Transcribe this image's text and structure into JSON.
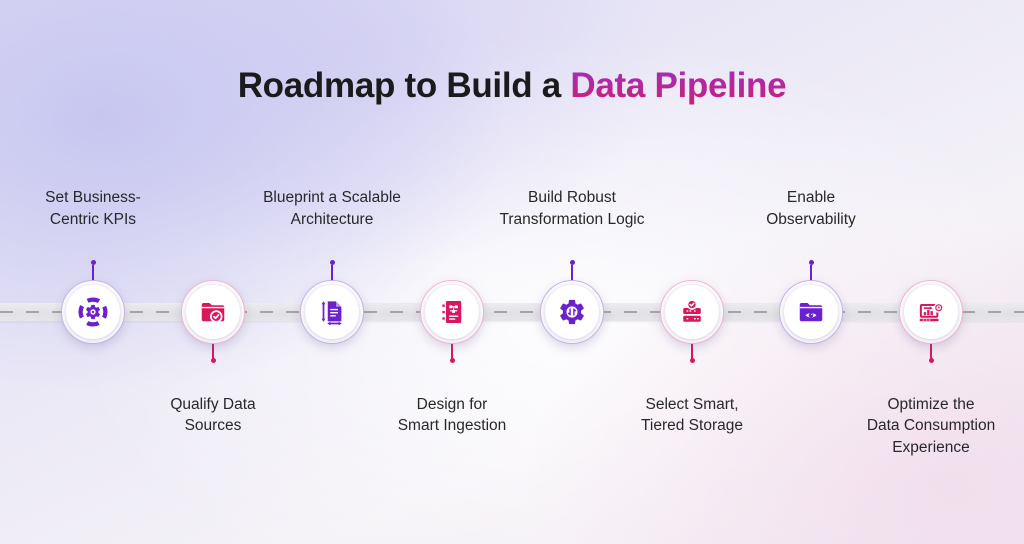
{
  "title": {
    "prefix": "Roadmap to Build a",
    "highlight": "Data Pipeline"
  },
  "colors": {
    "title_text": "#1b1b1d",
    "highlight_gradient_top": "#9c2fc2",
    "highlight_gradient_bottom": "#c9207f",
    "accent_purple": "#6b21ce",
    "accent_pink": "#d9175f",
    "timeline_band": "#e4e3e7",
    "timeline_dash": "#a5a4aa",
    "background_lavender": "#dcdbf4",
    "background_pink": "#f1e8f2"
  },
  "milestones": [
    {
      "id": 1,
      "label_lines": [
        "Set Business-",
        "Centric KPIs"
      ],
      "position": "above",
      "accent": "purple",
      "icon": "kpi-target-gear-icon"
    },
    {
      "id": 2,
      "label_lines": [
        "Qualify Data",
        "Sources"
      ],
      "position": "below",
      "accent": "pink",
      "icon": "folder-check-icon"
    },
    {
      "id": 3,
      "label_lines": [
        "Blueprint a Scalable",
        "Architecture"
      ],
      "position": "above",
      "accent": "purple",
      "icon": "blueprint-document-icon"
    },
    {
      "id": 4,
      "label_lines": [
        "Design for",
        "Smart Ingestion"
      ],
      "position": "below",
      "accent": "pink",
      "icon": "ingestion-document-icon"
    },
    {
      "id": 5,
      "label_lines": [
        "Build Robust",
        "Transformation Logic"
      ],
      "position": "above",
      "accent": "purple",
      "icon": "transformation-gear-icon"
    },
    {
      "id": 6,
      "label_lines": [
        "Select Smart,",
        "Tiered Storage"
      ],
      "position": "below",
      "accent": "pink",
      "icon": "tiered-storage-check-icon"
    },
    {
      "id": 7,
      "label_lines": [
        "Enable",
        "Observability"
      ],
      "position": "above",
      "accent": "purple",
      "icon": "observability-folder-eye-icon"
    },
    {
      "id": 8,
      "label_lines": [
        "Optimize the",
        "Data Consumption",
        "Experience"
      ],
      "position": "below",
      "accent": "pink",
      "icon": "consumption-dashboard-icon"
    }
  ]
}
